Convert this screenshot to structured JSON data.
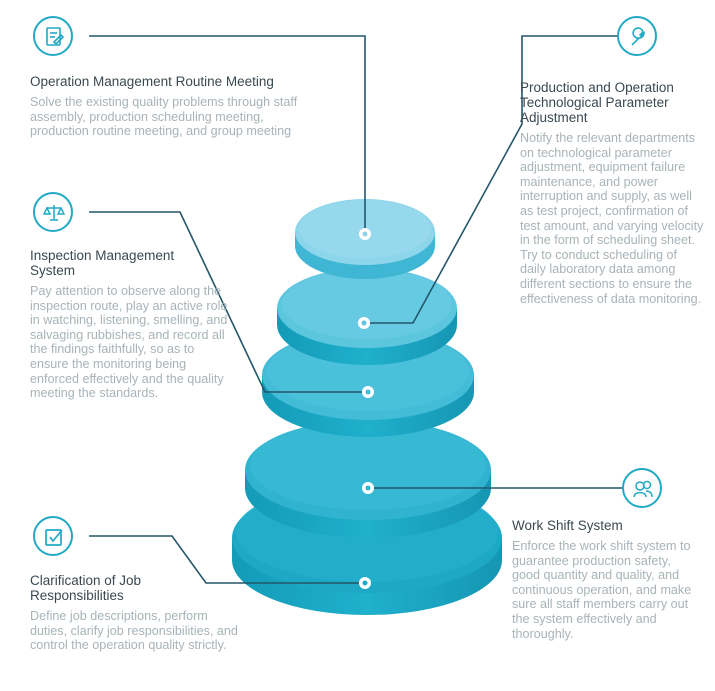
{
  "colors": {
    "accent": "#21a9c6",
    "title_text": "#3a4950",
    "body_text": "#a8b3b8",
    "tier_dark": "#1aa5c2",
    "tier_light": "#7fd0e7"
  },
  "icons": [
    "document-edit-icon",
    "wrench-icon",
    "balance-scale-icon",
    "users-icon",
    "checkbox-icon"
  ],
  "items": {
    "routine_meeting": {
      "title": "Operation Management Routine Meeting",
      "description": "Solve the existing quality problems through staff assembly, production scheduling meeting, production routine meeting, and group meeting",
      "icon": "document-edit-icon"
    },
    "parameter_adjustment": {
      "title": "Production and Operation Technological Parameter Adjustment",
      "description": "Notify the relevant departments on technological parameter adjustment, equipment failure maintenance, and power interruption and supply, as well as test project, confirmation of test amount, and varying velocity in the form of scheduling sheet. Try to conduct scheduling of daily laboratory data among different sections to ensure the effectiveness of data monitoring.",
      "icon": "wrench-icon"
    },
    "inspection": {
      "title": "Inspection Management System",
      "description": "Pay attention to observe along the inspection route, play an active role in watching, listening, smelling, and salvaging rubbishes, and record all the findings faithfully, so as to ensure the monitoring being enforced effectively and the quality meeting the standards.",
      "icon": "balance-scale-icon"
    },
    "work_shift": {
      "title": "Work Shift System",
      "description": "Enforce the work shift system to guarantee production safety, good quantity and quality, and continuous operation, and make sure all staff members carry out the system effectively and thoroughly.",
      "icon": "users-icon"
    },
    "job_responsibilities": {
      "title": "Clarification of Job Responsibilities",
      "description": "Define job descriptions, perform duties, clarify job responsibilities, and control the operation quality strictly.",
      "icon": "checkbox-icon"
    }
  }
}
